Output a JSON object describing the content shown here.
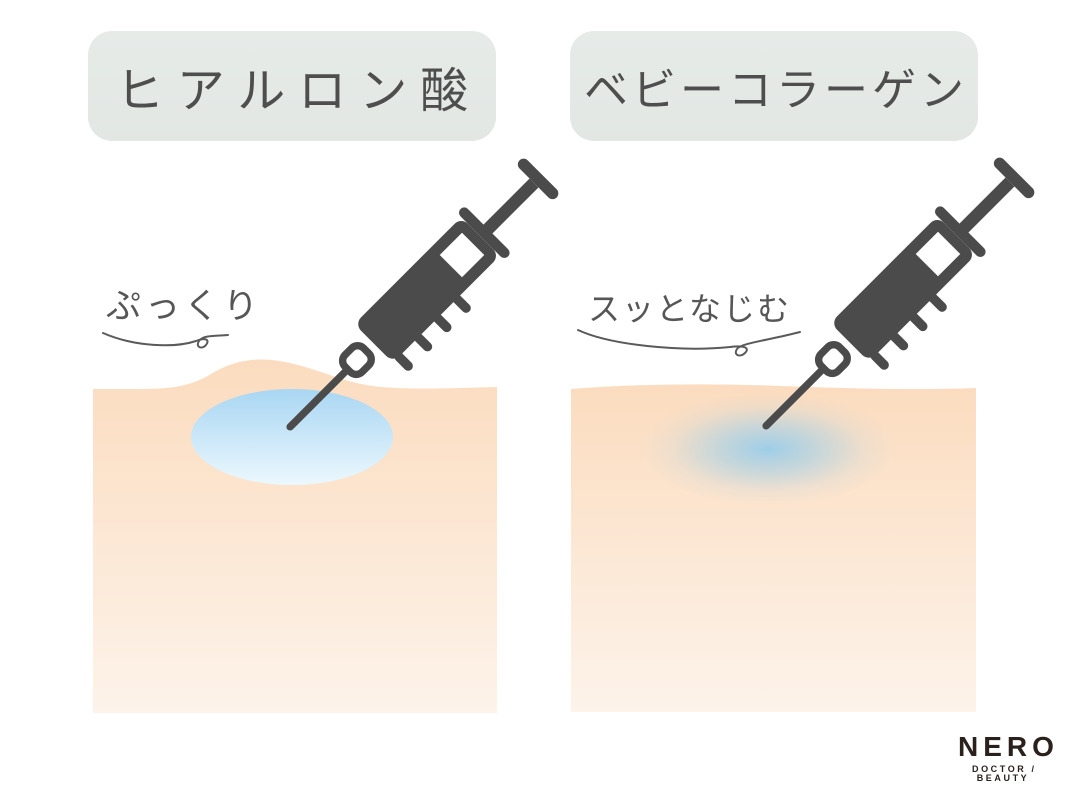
{
  "panels": [
    {
      "title": "ヒアルロン酸",
      "annotation": "ぷっくり"
    },
    {
      "title": "ベビーコラーゲン",
      "annotation": "スッとなじむ"
    }
  ],
  "logo": {
    "name": "NERO",
    "tagline": "DOCTOR / BEAUTY"
  },
  "colors": {
    "label_bg": "#e4e9e6",
    "label_text": "#4e4e4e",
    "annotation_text": "#565656",
    "syringe": "#4b4b4b",
    "skin_top": "#fbdcbf",
    "skin_bottom": "#fdf3ea",
    "filler_top": "#a9d6f2",
    "filler_bottom": "#ecf8fe",
    "diffusion_blue": "#94cceb",
    "logo_text": "#2a211d"
  }
}
